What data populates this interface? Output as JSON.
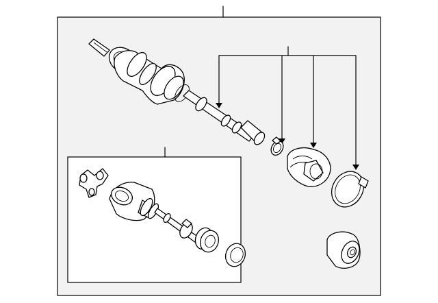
{
  "diagram": {
    "background_color": "#f2f2f2",
    "line_color": "#000000",
    "parts": [
      {
        "id": "axle-shaft-assembly",
        "kind": "callout-target"
      },
      {
        "id": "inboard-joint-subassembly",
        "kind": "callout-target"
      },
      {
        "id": "boot-clamp-small",
        "kind": "callout-target"
      },
      {
        "id": "joint-boot",
        "kind": "callout-target"
      },
      {
        "id": "boot-clamp-large",
        "kind": "callout-target"
      },
      {
        "id": "dust-seal",
        "kind": "unlabeled"
      }
    ],
    "callout_count_main_group": 4
  }
}
